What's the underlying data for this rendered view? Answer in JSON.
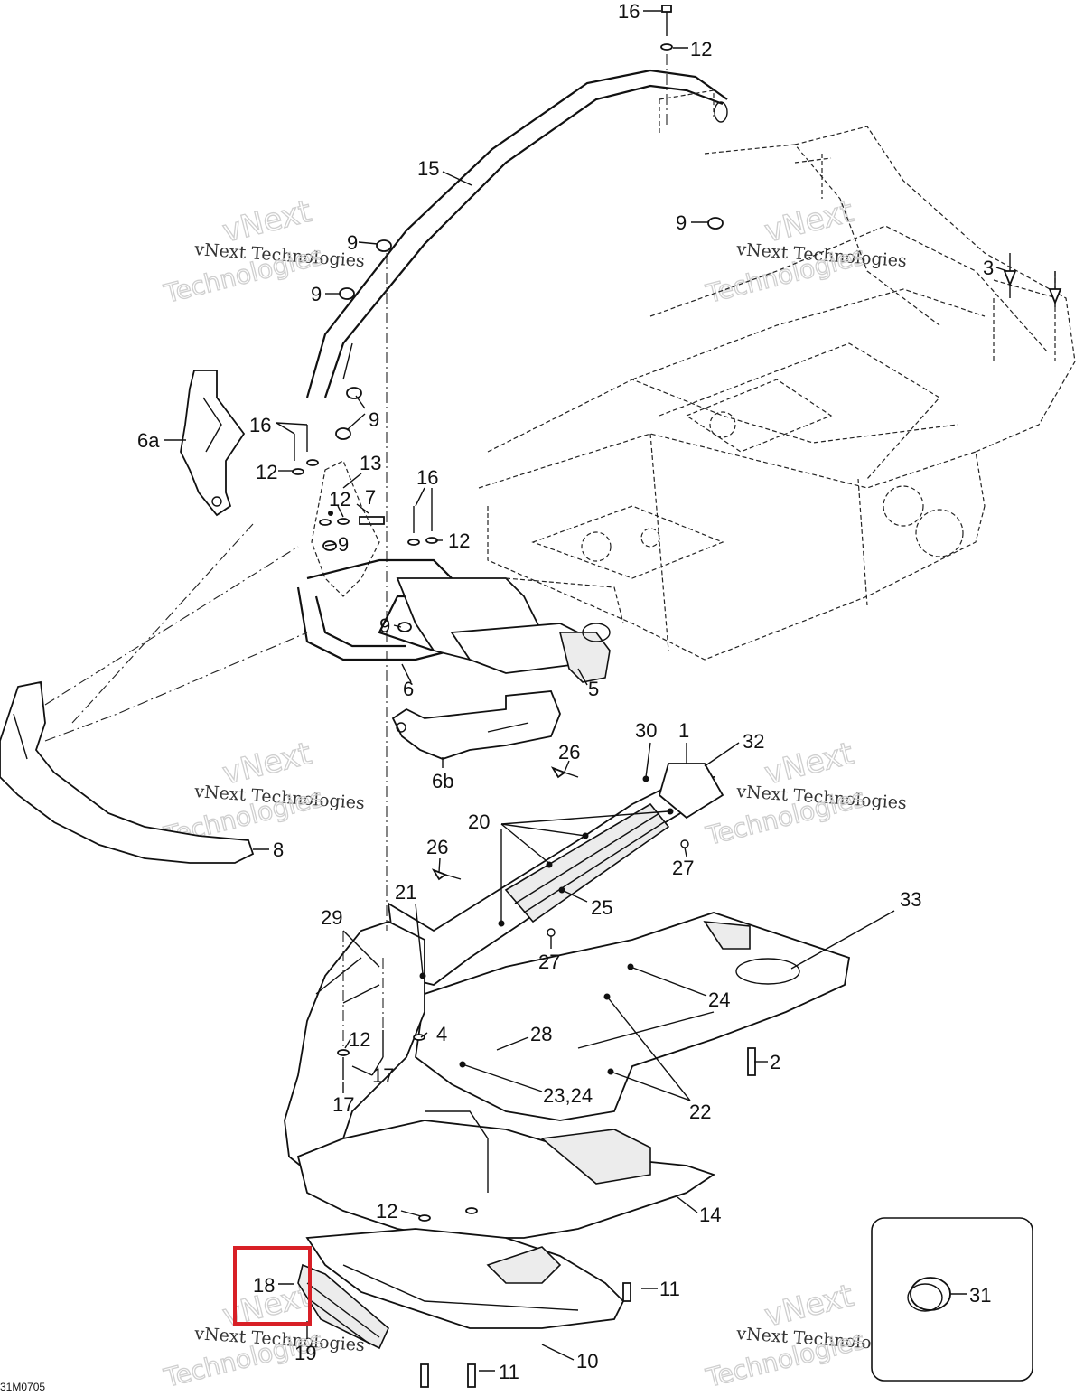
{
  "diagram": {
    "drawing_code": "31M0705",
    "highlight_color": "#d81f26",
    "highlighted_label": "18",
    "labels": [
      {
        "id": "l16a",
        "text": "16"
      },
      {
        "id": "l12a",
        "text": "12"
      },
      {
        "id": "l15",
        "text": "15"
      },
      {
        "id": "l9a",
        "text": "9"
      },
      {
        "id": "l9b",
        "text": "9"
      },
      {
        "id": "l9c",
        "text": "9"
      },
      {
        "id": "l3",
        "text": "3"
      },
      {
        "id": "l9d",
        "text": "9"
      },
      {
        "id": "l6a",
        "text": "6a"
      },
      {
        "id": "l16b",
        "text": "16"
      },
      {
        "id": "l13",
        "text": "13"
      },
      {
        "id": "l12b",
        "text": "12"
      },
      {
        "id": "l12c",
        "text": "12"
      },
      {
        "id": "l7",
        "text": "7"
      },
      {
        "id": "l16c",
        "text": "16"
      },
      {
        "id": "l12d",
        "text": "12"
      },
      {
        "id": "l9e",
        "text": "9"
      },
      {
        "id": "l9f",
        "text": "9"
      },
      {
        "id": "l6",
        "text": "6"
      },
      {
        "id": "l5",
        "text": "5"
      },
      {
        "id": "l6b",
        "text": "6b"
      },
      {
        "id": "l30",
        "text": "30"
      },
      {
        "id": "l1",
        "text": "1"
      },
      {
        "id": "l32",
        "text": "32"
      },
      {
        "id": "l26a",
        "text": "26"
      },
      {
        "id": "l20",
        "text": "20"
      },
      {
        "id": "l8",
        "text": "8"
      },
      {
        "id": "l26b",
        "text": "26"
      },
      {
        "id": "l27a",
        "text": "27"
      },
      {
        "id": "l21",
        "text": "21"
      },
      {
        "id": "l25",
        "text": "25"
      },
      {
        "id": "l33",
        "text": "33"
      },
      {
        "id": "l29",
        "text": "29"
      },
      {
        "id": "l27b",
        "text": "27"
      },
      {
        "id": "l24a",
        "text": "24"
      },
      {
        "id": "l4",
        "text": "4"
      },
      {
        "id": "l28",
        "text": "28"
      },
      {
        "id": "l12e",
        "text": "12"
      },
      {
        "id": "l2",
        "text": "2"
      },
      {
        "id": "l17a",
        "text": "17"
      },
      {
        "id": "l17b",
        "text": "17"
      },
      {
        "id": "l2324",
        "text": "23,24"
      },
      {
        "id": "l22",
        "text": "22"
      },
      {
        "id": "l14",
        "text": "14"
      },
      {
        "id": "l12f",
        "text": "12"
      },
      {
        "id": "l11a",
        "text": "11"
      },
      {
        "id": "l18",
        "text": "18"
      },
      {
        "id": "l31",
        "text": "31"
      },
      {
        "id": "l19",
        "text": "19"
      },
      {
        "id": "l11b",
        "text": "11"
      },
      {
        "id": "l10",
        "text": "10"
      }
    ],
    "watermarks": [
      {
        "line1": "vNext",
        "line2": "vNext Technologies",
        "line3": "Technologies"
      },
      {
        "line1": "vNext",
        "line2": "vNext Technologies",
        "line3": "Technologies"
      },
      {
        "line1": "vNext",
        "line2": "vNext Technologies",
        "line3": "Technologies"
      },
      {
        "line1": "vNext",
        "line2": "vNext Technologies",
        "line3": "Technologies"
      },
      {
        "line1": "vNext",
        "line2": "vNext Technologies",
        "line3": "Technologies"
      },
      {
        "line1": "vNext",
        "line2": "vNext Technologies",
        "line3": "Technologies"
      }
    ]
  }
}
